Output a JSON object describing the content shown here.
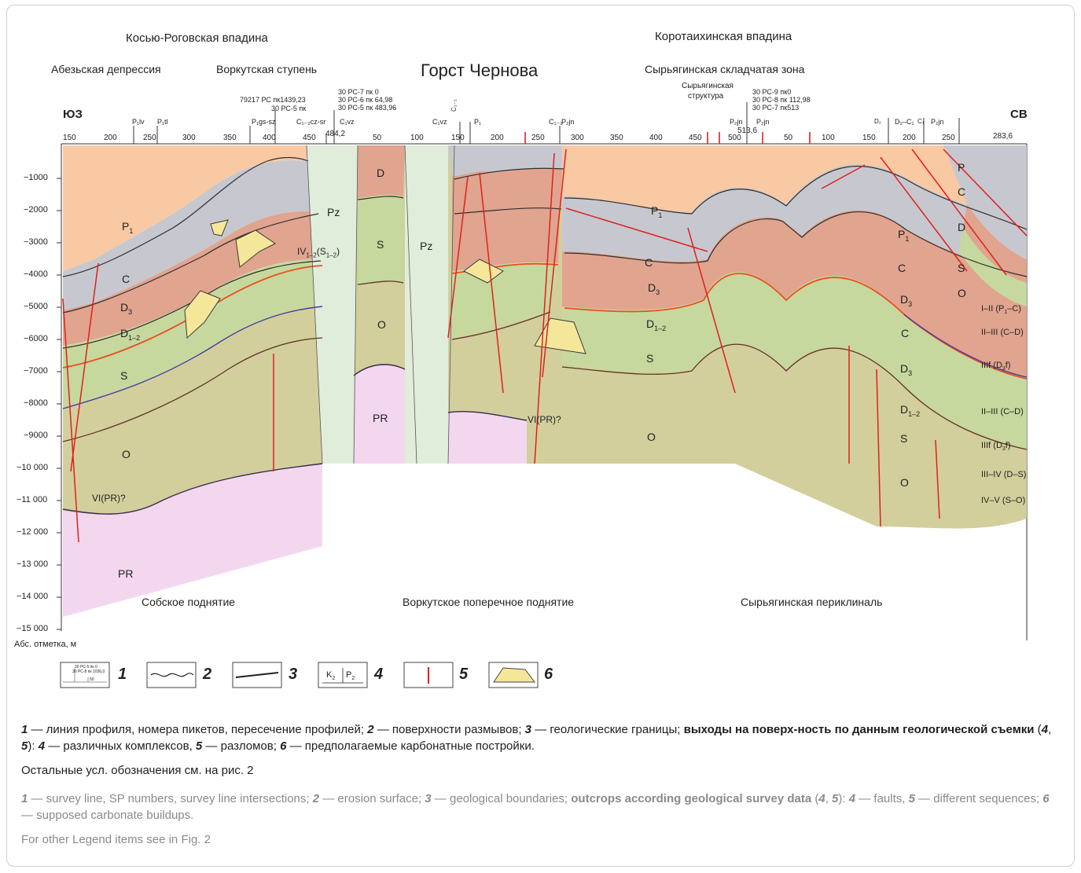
{
  "regions": {
    "kosyu": "Косью-Роговская впадина",
    "korotaikha": "Коротаихинская впадина",
    "abez": "Абезьская депрессия",
    "vorkuta_step": "Воркутская ступень",
    "chernov_horst": "Горст Чернова",
    "syryagin_zone": "Сырьягинская складчатая зона",
    "syryagin_structure_1": "Сырьягинская",
    "syryagin_structure_2": "структура",
    "sob_uplift": "Собское поднятие",
    "vorkuta_cross_uplift": "Воркутское поперечное поднятие",
    "syryagin_periclinal": "Сырьягинская периклиналь"
  },
  "directions": {
    "left": "ЮЗ",
    "right": "СВ"
  },
  "profile_labels": {
    "int_79217": "79217 РС пк1439,23",
    "int_30_5": "30 РС-5 пк",
    "int_30_7a": "30 РС-7 пк 0",
    "int_30_6": "30 РС-6 пк 64,98",
    "int_30_5b": "30 РС-5 пк 483,96",
    "int_30_9": "30 РС-9 пк0",
    "int_30_8": "30 РС-8 пк 112,98",
    "int_30_7b": "30 РС-7 пк513",
    "end_484": "484,2",
    "end_513": "513,6",
    "end_283": "283,6"
  },
  "outcrops": [
    "P₁lv",
    "P₁tl",
    "P₁gs-sz",
    "C₁₋₂cz-sr",
    "C₁vz",
    "C₁vz",
    "C₁₋₂",
    "P₁",
    "C₁₋₂",
    "P₂jn",
    "P₂jn",
    "P₂jn",
    "D₂",
    "D₂–C₁",
    "C₁",
    "P₂jn"
  ],
  "sp_ticks": {
    "seg1": [
      "150",
      "200",
      "250",
      "300",
      "350",
      "400",
      "450"
    ],
    "seg2": [
      "50",
      "100",
      "150",
      "200",
      "250",
      "300",
      "350",
      "400",
      "450",
      "500"
    ],
    "seg3": [
      "50",
      "100",
      "150",
      "200",
      "250"
    ]
  },
  "depth_axis": {
    "ticks": [
      "−1000",
      "−2000",
      "−3000",
      "−4000",
      "−5000",
      "−6000",
      "−7000",
      "−8000",
      "−9000",
      "−10 000",
      "−11 000",
      "−12 000",
      "−13 000",
      "−14 000",
      "−15 000"
    ],
    "title": "Абс. отметка, м"
  },
  "units": {
    "P1": "P",
    "sub1": "1",
    "C": "C",
    "D3": "D",
    "sub3": "3",
    "D12": "D",
    "sub12": "1–2",
    "S": "S",
    "O": "O",
    "PR": "PR",
    "Pz": "Pz",
    "D": "D",
    "P": "P",
    "vi_pr": "VI(PR)?",
    "iv": "IV",
    "iv_sub": "1–2",
    "iv_tail": "(S",
    "iv_tail2": ")"
  },
  "horizons": [
    {
      "label": "I–II (P",
      "sub": "1",
      "tail": "–C)"
    },
    {
      "label": "II–III (C–D)"
    },
    {
      "label": "IIIf (D",
      "sub": "3",
      "tail": "f)"
    },
    {
      "label": "II–III (C–D)"
    },
    {
      "label": "IIIf (D",
      "sub": "3",
      "tail": "f)"
    },
    {
      "label": "III–IV (D–S)"
    },
    {
      "label": "IV–V (S–O)"
    }
  ],
  "legend": {
    "n1": "1",
    "n2": "2",
    "n3": "3",
    "n4": "4",
    "n5": "5",
    "n6": "6",
    "box4_left": "K",
    "box4_left_sub": "2",
    "box4_right": "P",
    "box4_right_sub": "2",
    "box1_l1": "30 РС-5 пк 0",
    "box1_l2": "30 РС-8 пк 1036,0",
    "box1_l3": "50"
  },
  "caption_ru": {
    "p1": "1",
    "p1t": " — линия профиля, номера пикетов, пересечение профилей; ",
    "p2": "2",
    "p2t": " — поверхности размывов; ",
    "p3": "3",
    "p3t": " — геологические границы; ",
    "bold": "выходы на поверх-ность по данным геологической съемки",
    "paren_open": " (",
    "n4": "4",
    "comma": ", ",
    "n5": "5",
    "paren_close": "): ",
    "n4b": "4",
    "t4": " — различных комплексов, ",
    "n5b": "5",
    "t5": " — разломов; ",
    "n6": "6",
    "t6": " — предполагаемые карбонатные постройки.",
    "line2": "Остальные усл. обозначения см. на рис. 2"
  },
  "caption_en": {
    "p1": "1",
    "p1t": " — survey line, SP numbers, survey line intersections; ",
    "p2": "2",
    "p2t": " — erosion surface; ",
    "p3": "3",
    "p3t": " — geological boundaries; ",
    "bold": "outcrops according geological survey data",
    "paren_open": " (",
    "n4": "4",
    "comma": ", ",
    "n5": "5",
    "paren_close": "): ",
    "n4b": "4",
    "t4": " — faults, ",
    "n5b": "5",
    "t5": " — different sequences; ",
    "n6": "6",
    "t6": " — supposed carbonate buildups.",
    "line2": "For other Legend items see in Fig. 2"
  },
  "colors": {
    "P": "#f8c9a3",
    "C": "#c7c8cf",
    "D": "#e0a48f",
    "S": "#c6d89e",
    "O": "#d2cf9c",
    "PR": "#f3d7ef",
    "Pz": "#e0edda",
    "reef": "#f5e79a",
    "fault": "#e0201e",
    "erosion": "#2e2e2e"
  }
}
